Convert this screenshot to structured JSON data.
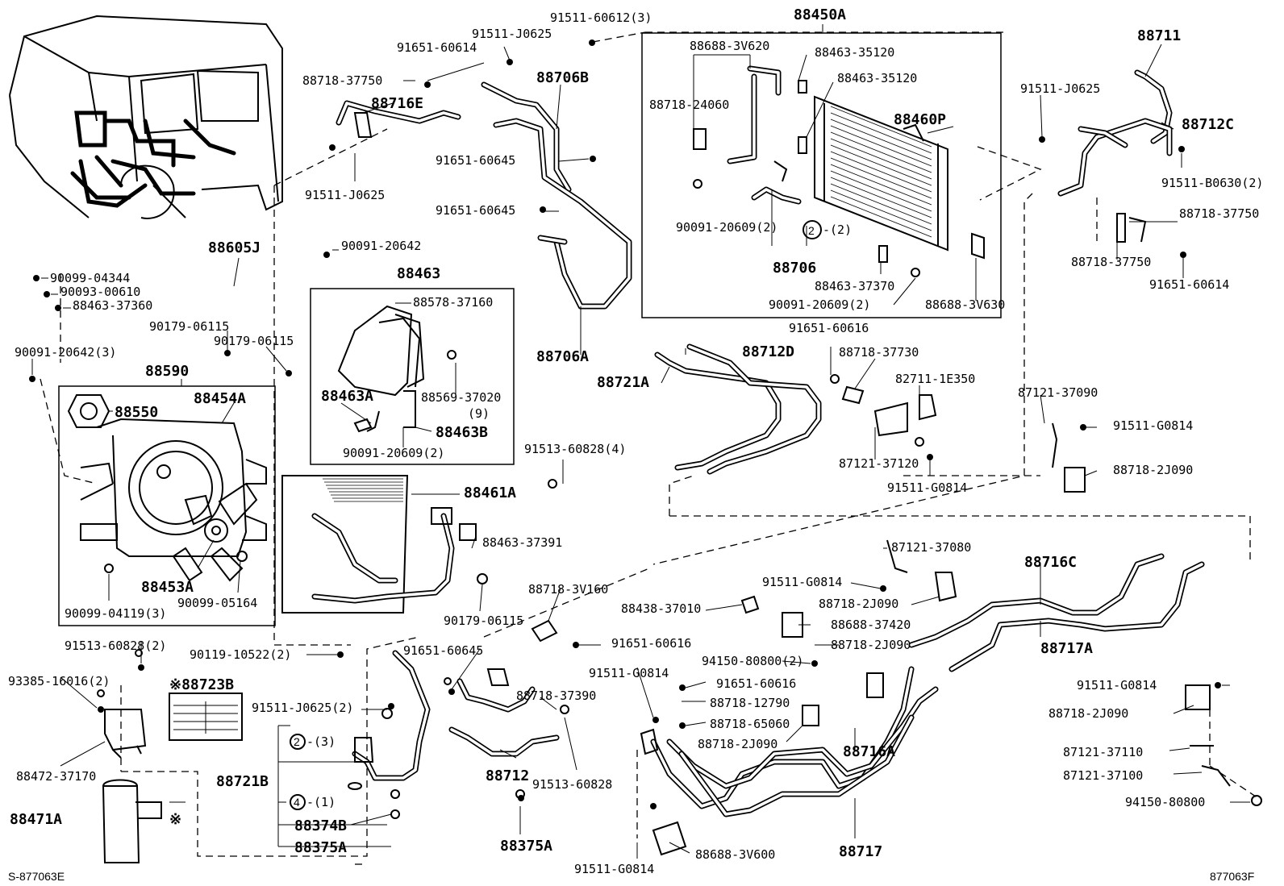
{
  "diagram": {
    "footer_left": "S-877063E",
    "footer_right": "877063F",
    "labels": {
      "l88450A": "88450A",
      "l88711": "88711",
      "l91511_60612": "91511-60612(3)",
      "l91511_J0625a": "91511-J0625",
      "l91651_60614a": "91651-60614",
      "l88706B": "88706B",
      "l88718_37750a": "88718-37750",
      "l88716E": "88716E",
      "l91511_J0625b": "91511-J0625",
      "l91651_60645a": "91651-60645",
      "l91651_60645b": "91651-60645",
      "l88706A": "88706A",
      "l88688_3V620": "88688-3V620",
      "l88463_35120a": "88463-35120",
      "l88463_35120b": "88463-35120",
      "l88718_24060": "88718-24060",
      "l88460P": "88460P",
      "l90091_20609a": "90091-20609(2)",
      "l2_2": "-(2)",
      "l88706": "88706",
      "l88463_37370": "88463-37370",
      "l90091_20609b": "90091-20609(2)",
      "l88688_3V630": "88688-3V630",
      "l91511_J0625c": "91511-J0625",
      "l88712C": "88712C",
      "l91511_B0630": "91511-B0630(2)",
      "l88718_37750b": "88718-37750",
      "l88718_37750c": "88718-37750",
      "l91651_60614b": "91651-60614",
      "l88605J": "88605J",
      "l90091_20642": "90091-20642",
      "l88463": "88463",
      "l90099_04344": "90099-04344",
      "l90093_00610": "90093-00610",
      "l88463_37360": "88463-37360",
      "l88578_37160": "88578-37160",
      "l90179_06115a": "90179-06115",
      "l90179_06115b": "90179-06115",
      "l90091_20642_3": "90091-20642(3)",
      "l88590": "88590",
      "l88550": "88550",
      "l88454A": "88454A",
      "l88463A": "88463A",
      "l88569_37020": "88569-37020",
      "l9": "(9)",
      "l88463B": "88463B",
      "l90091_20609c": "90091-20609(2)",
      "l88453A": "88453A",
      "l90099_04119": "90099-04119(3)",
      "l90099_05164": "90099-05164",
      "l91651_60616a": "91651-60616",
      "l88712D": "88712D",
      "l88721A": "88721A",
      "l88718_37730": "88718-37730",
      "l82711_1E350": "82711-1E350",
      "l87121_37090": "87121-37090",
      "l91511_G0814a": "91511-G0814",
      "l87121_37120": "87121-37120",
      "l88718_2J090a": "88718-2J090",
      "l91511_G0814b": "91511-G0814",
      "l91513_60828_4": "91513-60828(4)",
      "l88461A": "88461A",
      "l88463_37391": "88463-37391",
      "l87121_37080": "87121-37080",
      "l88716C": "88716C",
      "l91511_G0814c": "91511-G0814",
      "l88718_2J090b": "88718-2J090",
      "l88718_3V160": "88718-3V160",
      "l88438_37010": "88438-37010",
      "l88688_37420": "88688-37420",
      "l90179_06115c": "90179-06115",
      "l91651_60616b": "91651-60616",
      "l94150_80800_2": "94150-80800(2)",
      "l88718_2J090c": "88718-2J090",
      "l88717A": "88717A",
      "l90119_10522": "90119-10522(2)",
      "l91513_60828_2": "91513-60828(2)",
      "l91651_60645c": "91651-60645",
      "l91511_G0814d": "91511-G0814",
      "l91651_60616c": "91651-60616",
      "l91511_G0814e": "91511-G0814",
      "l93385_16016": "93385-16016(2)",
      "l88723B": "※88723B",
      "l91511_J0625_2": "91511-J0625(2)",
      "l88718_37390": "88718-37390",
      "l88718_12790": "88718-12790",
      "l88718_2J090d": "88718-2J090",
      "l88718_65060": "88718-65060",
      "l88718_2J090e": "88718-2J090",
      "l88716A": "88716A",
      "l87121_37110": "87121-37110",
      "l88472_37170": "88472-37170",
      "l2_3": "-(3)",
      "l87121_37100": "87121-37100",
      "l88721B": "88721B",
      "l88712": "88712",
      "l91513_60828": "91513-60828",
      "l94150_80800": "94150-80800",
      "l4_1": "-(1)",
      "l88374B": "88374B",
      "l88471A": "88471A",
      "lnote": "※",
      "l88375Aa": "88375A",
      "l88375Ab": "88375A",
      "l88717": "88717",
      "l88688_3V600": "88688-3V600",
      "l91511_G0814f": "91511-G0814",
      "c2a": "2",
      "c2b": "2",
      "c4": "4"
    }
  }
}
